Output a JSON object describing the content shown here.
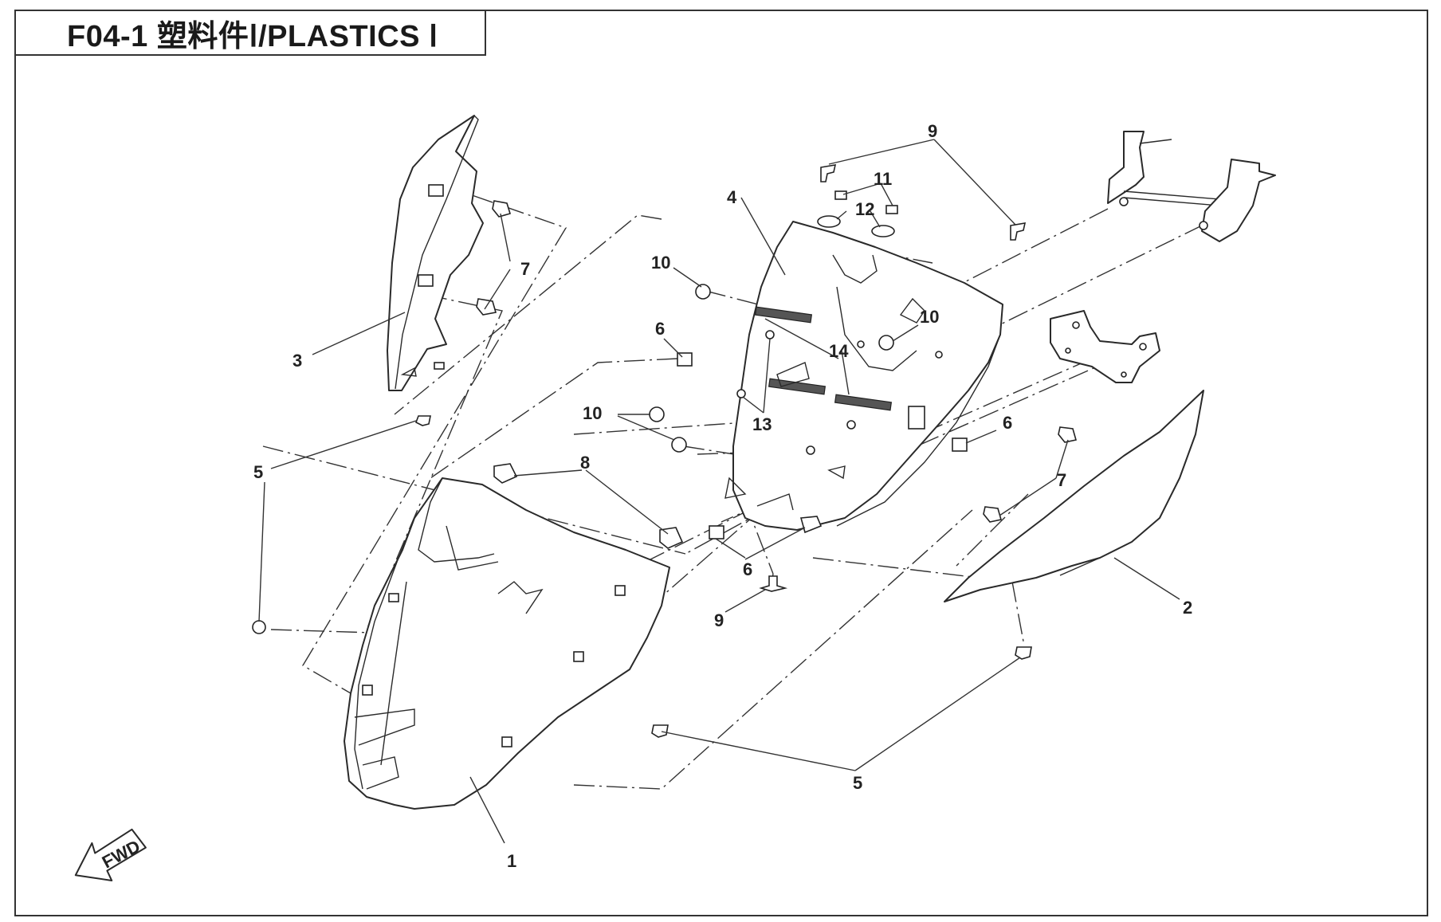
{
  "title": "F04-1  塑料件Ⅰ/PLASTICS Ⅰ",
  "fwd_label": "FWD",
  "labels": {
    "p1": "1",
    "p2": "2",
    "p3": "3",
    "p4": "4",
    "p5a": "5",
    "p5b": "5",
    "p6a": "6",
    "p6b": "6",
    "p6c": "6",
    "p7a": "7",
    "p7b": "7",
    "p8": "8",
    "p9a": "9",
    "p9b": "9",
    "p10a": "10",
    "p10b": "10",
    "p10c": "10",
    "p11": "11",
    "p12": "12",
    "p13": "13",
    "p14": "14"
  }
}
